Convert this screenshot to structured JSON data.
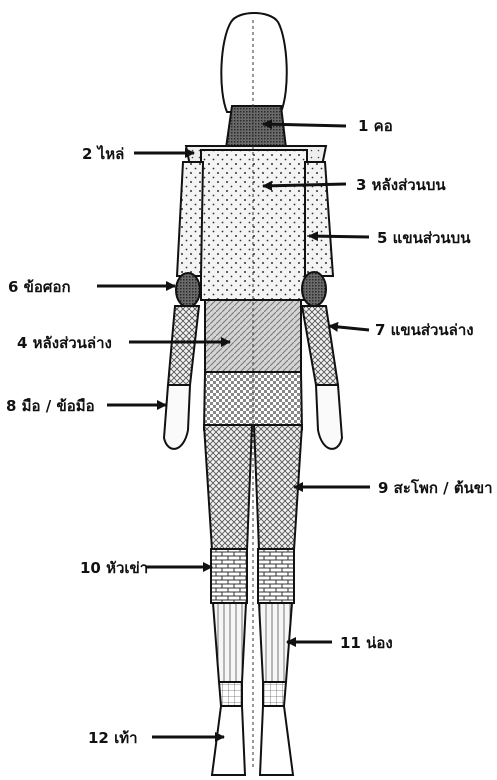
{
  "labels": [
    {
      "num": "1",
      "text": "คอ"
    },
    {
      "num": "2",
      "text": "ไหล่"
    },
    {
      "num": "3",
      "text": "หลังส่วนบน"
    },
    {
      "num": "4",
      "text": "หลังส่วนล่าง"
    },
    {
      "num": "5",
      "text": "แขนส่วนบน"
    },
    {
      "num": "6",
      "text": "ข้อศอก"
    },
    {
      "num": "7",
      "text": "แขนส่วนล่าง"
    },
    {
      "num": "8",
      "text": "มือ / ข้อมือ"
    },
    {
      "num": "9",
      "text": "สะโพก / ต้นขา"
    },
    {
      "num": "10",
      "text": "หัวเข่า"
    },
    {
      "num": "11",
      "text": "น่อง"
    },
    {
      "num": "12",
      "text": "เท้า"
    }
  ]
}
